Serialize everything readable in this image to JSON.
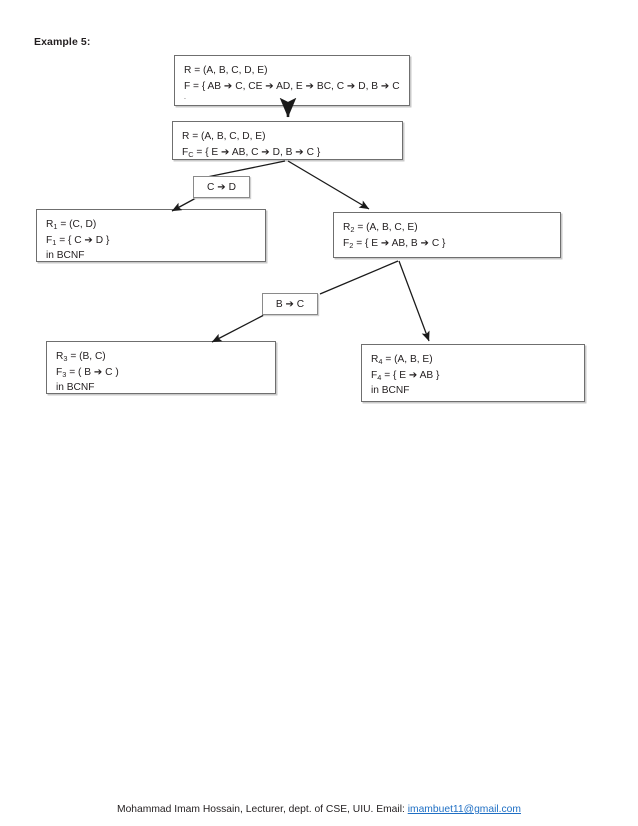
{
  "document": {
    "title": "Example 5:"
  },
  "diagram": {
    "type": "bcnf-decomposition-tree",
    "nodes": [
      {
        "id": "root-original",
        "lines": [
          "R = (A, B, C, D, E)",
          "F = { AB ➔ C, CE ➔ AD, E ➔ BC, C ➔ D, B ➔ C",
          "."
        ]
      },
      {
        "id": "root-canonical",
        "lines": [
          "R = (A, B, C, D, E)",
          "Fc = { E ➔ AB, C ➔ D, B ➔ C }"
        ]
      },
      {
        "id": "r1",
        "lines": [
          "R₁ = (C, D)",
          "F₁ = { C ➔ D }",
          "in BCNF"
        ]
      },
      {
        "id": "r2",
        "lines": [
          "R₂ = (A, B, C, E)",
          "F₂ = { E ➔ AB, B ➔ C }"
        ]
      },
      {
        "id": "r3",
        "lines": [
          "R₃ = (B, C)",
          "F₃ = ( B ➔ C )",
          "in BCNF"
        ]
      },
      {
        "id": "r4",
        "lines": [
          "R₄ = (A, B, E)",
          "F₄ = { E ➔ AB }",
          "in BCNF"
        ]
      }
    ],
    "edge_labels": [
      {
        "id": "label-c-d",
        "text": "C ➔ D"
      },
      {
        "id": "label-b-c",
        "text": "B ➔ C"
      }
    ],
    "node_text": {
      "root_original_l1": "R = (A, B, C, D, E)",
      "root_original_l2_prefix": "F = { AB ",
      "root_original_l2": "F = { AB ➔ C, CE ➔ AD, E ➔ BC, C ➔ D, B ➔ C",
      "root_original_l3": ".",
      "root_canonical_l1": "R = (A, B, C, D, E)",
      "root_canonical_l2_F": "F",
      "root_canonical_l2_sub": "C",
      "root_canonical_l2_rest": " = { E ➔ AB, C ➔ D, B ➔ C }",
      "r1_l1_R": "R",
      "r1_l1_sub": "1",
      "r1_l1_rest": " = (C, D)",
      "r1_l2_F": "F",
      "r1_l2_sub": "1",
      "r1_l2_rest": " = { C ➔ D }",
      "r1_l3": "in BCNF",
      "r2_l1_R": "R",
      "r2_l1_sub": "2",
      "r2_l1_rest": " = (A, B, C, E)",
      "r2_l2_F": "F",
      "r2_l2_sub": "2",
      "r2_l2_rest": " = { E ➔ AB, B ➔ C }",
      "r3_l1_R": "R",
      "r3_l1_sub": "3",
      "r3_l1_rest": " = (B, C)",
      "r3_l2_F": "F",
      "r3_l2_sub": "3",
      "r3_l2_rest": " = ( B ➔ C )",
      "r3_l3": "in BCNF",
      "r4_l1_R": "R",
      "r4_l1_sub": "4",
      "r4_l1_rest": " = (A, B, E)",
      "r4_l2_F": "F",
      "r4_l2_sub": "4",
      "r4_l2_rest": " = { E ➔ AB }",
      "r4_l3": "in BCNF",
      "label_c_d": "C ➔ D",
      "label_b_c": "B ➔ C"
    }
  },
  "footer": {
    "text": "Mohammad Imam Hossain, Lecturer, dept. of CSE, UIU. Email: ",
    "email": "imambuet11@gmail.com"
  },
  "colors": {
    "text": "#231f20",
    "link": "#1f6fc4",
    "box_border": "#6f6f6f",
    "box_shadow": "#c9c9c9",
    "connector": "#1a1a1a"
  }
}
